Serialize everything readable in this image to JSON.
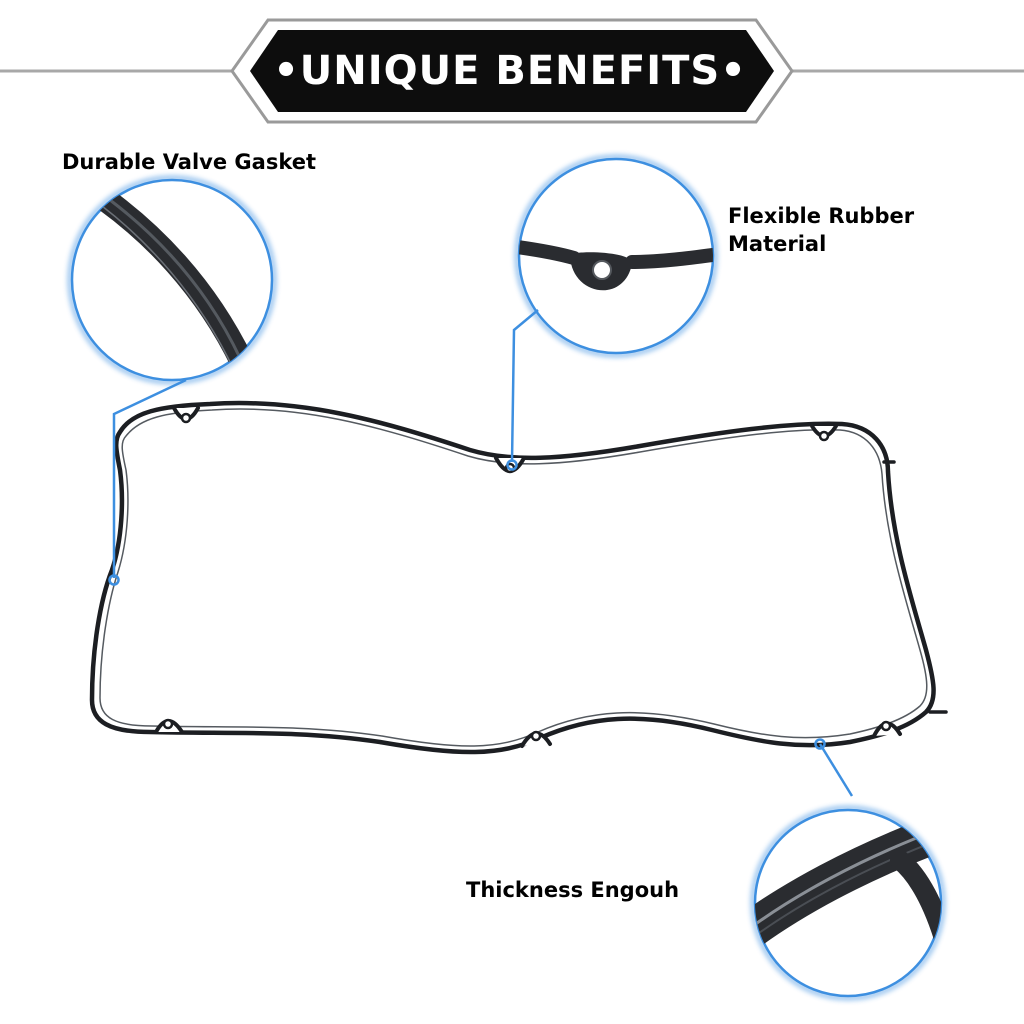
{
  "banner": {
    "title": "•UNIQUE BENEFITS•"
  },
  "callouts": [
    {
      "label_line1": "Durable Valve Gasket",
      "label_line2": ""
    },
    {
      "label_line1": "Flexible Rubber",
      "label_line2": "Material"
    },
    {
      "label_line1": "Thickness Engouh",
      "label_line2": ""
    }
  ],
  "colors": {
    "banner_fill": "#0d0d0d",
    "banner_outline": "#9a9a9a",
    "rule_line": "#a8a8a8",
    "accent_blue": "#3d8fe0",
    "gasket": "#1c1e22",
    "text": "#000000",
    "background": "#ffffff"
  }
}
